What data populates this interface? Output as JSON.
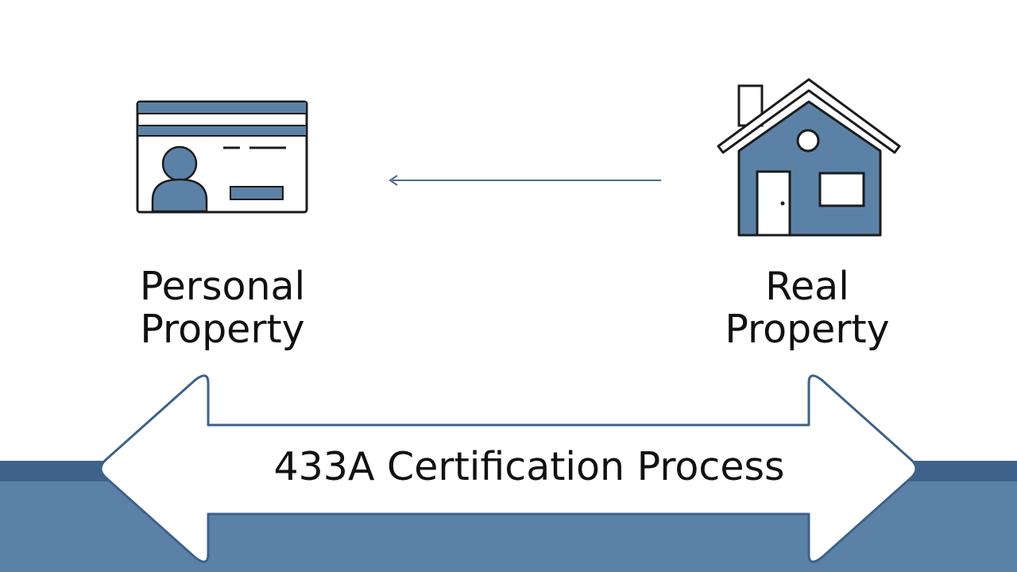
{
  "personal_property": {
    "label_line1": "Personal",
    "label_line2": "Property",
    "icon": "id-card-icon"
  },
  "real_property": {
    "label_line1": "Real",
    "label_line2": "Property",
    "icon": "house-icon"
  },
  "process": {
    "label": "433A Certification Process"
  },
  "colors": {
    "primary_blue": "#5b82a6",
    "dark_blue": "#3e6289",
    "outline": "#1c1c1c",
    "text": "#111111",
    "background": "#ffffff"
  }
}
